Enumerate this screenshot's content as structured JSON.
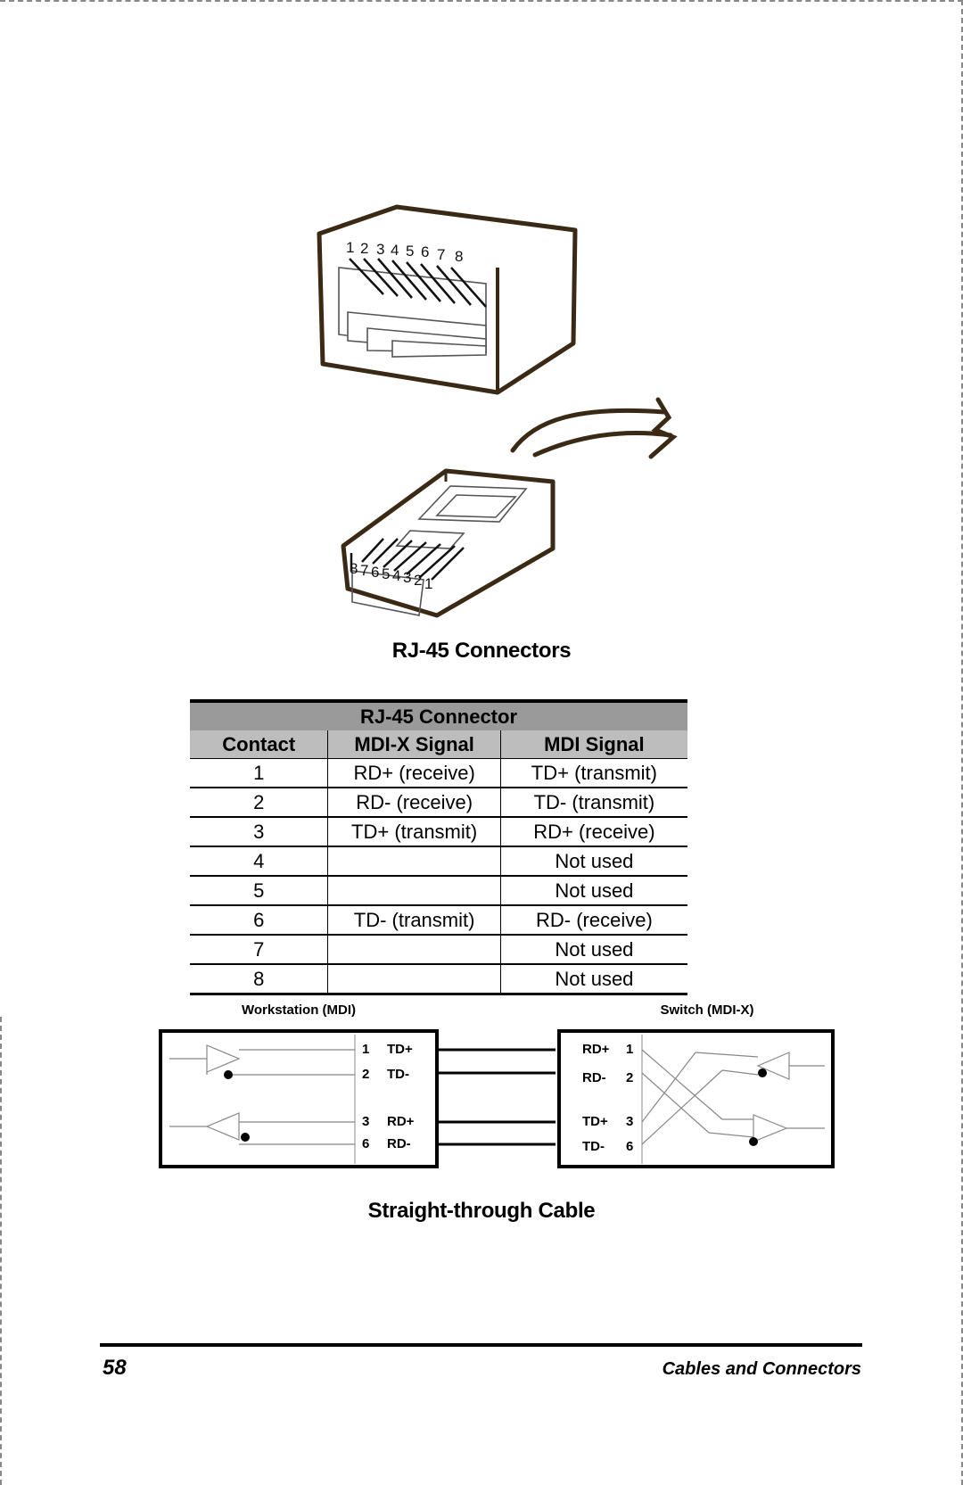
{
  "connector_figure": {
    "caption": "RJ-45 Connectors",
    "jack_pin_numbers": [
      "1",
      "2",
      "3",
      "4",
      "5",
      "6",
      "7",
      "8"
    ],
    "plug_pin_numbers": [
      "8",
      "7",
      "6",
      "5",
      "4",
      "3",
      "2",
      "1"
    ]
  },
  "pinout_table": {
    "title": "RJ-45 Connector",
    "headers": [
      "Contact",
      "MDI-X Signal",
      "MDI Signal"
    ],
    "rows": [
      [
        "1",
        "RD+ (receive)",
        "TD+ (transmit)"
      ],
      [
        "2",
        "RD- (receive)",
        "TD- (transmit)"
      ],
      [
        "3",
        "TD+ (transmit)",
        "RD+ (receive)"
      ],
      [
        "4",
        "",
        "Not used"
      ],
      [
        "5",
        "",
        "Not used"
      ],
      [
        "6",
        "TD- (transmit)",
        "RD- (receive)"
      ],
      [
        "7",
        "",
        "Not used"
      ],
      [
        "8",
        "",
        "Not used"
      ]
    ]
  },
  "cable_diagram": {
    "caption": "Straight-through Cable",
    "left_label": "Workstation (MDI)",
    "right_label": "Switch (MDI-X)",
    "left_pins": [
      {
        "num": "1",
        "signal": "TD+"
      },
      {
        "num": "2",
        "signal": "TD-"
      },
      {
        "num": "3",
        "signal": "RD+"
      },
      {
        "num": "6",
        "signal": "RD-"
      }
    ],
    "right_pins": [
      {
        "num": "1",
        "signal": "RD+"
      },
      {
        "num": "2",
        "signal": "RD-"
      },
      {
        "num": "3",
        "signal": "TD+"
      },
      {
        "num": "6",
        "signal": "TD-"
      }
    ]
  },
  "footer": {
    "page_number": "58",
    "section": "Cables and Connectors"
  },
  "colors": {
    "line_art": "#3a2a15",
    "table_title_bg": "#9a9a9a",
    "table_header_bg": "#bdbdbd"
  }
}
